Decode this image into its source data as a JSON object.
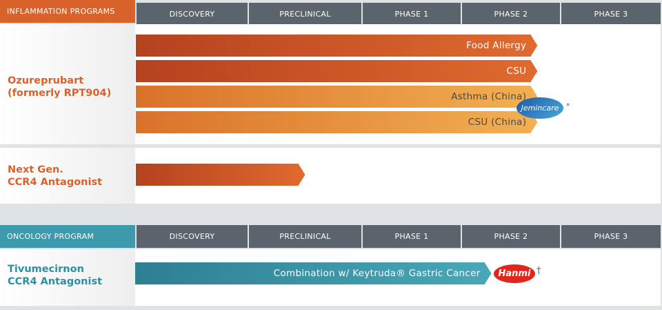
{
  "phases": [
    "DISCOVERY",
    "PRECLINICAL",
    "PHASE 1",
    "PHASE 2",
    "PHASE 3"
  ],
  "colors": {
    "orange_header": "#d9622b",
    "teal_header": "#3c9aac",
    "grey_header": "#5b646c",
    "prog_orange": "#d9622b",
    "prog_teal": "#2d8fa2"
  },
  "inflammation": {
    "header": "INFLAMMATION PROGRAMS",
    "programs": [
      {
        "name_lines": [
          "Ozureprubart",
          "(formerly RPT904)"
        ]
      },
      {
        "name_lines": [
          "Next Gen.",
          "CCR4 Antagonist"
        ]
      }
    ]
  },
  "oncology": {
    "header": "ONCOLOGY PROGRAM",
    "programs": [
      {
        "name_lines": [
          "Tivumecirnon",
          "CCR4 Antagonist"
        ]
      }
    ]
  },
  "partners": {
    "jemincare": "Jemincare",
    "jemincare_mark": "*",
    "hanmi": "Hanmi",
    "hanmi_mark": "†"
  },
  "chart_data": {
    "type": "bar",
    "orientation": "horizontal",
    "stages": [
      "DISCOVERY",
      "PRECLINICAL",
      "PHASE 1",
      "PHASE 2",
      "PHASE 3"
    ],
    "bars": [
      {
        "program": "Ozureprubart (formerly RPT904)",
        "label": "Food Allergy",
        "progress": 3.77,
        "style": "dark",
        "section": "inflammation"
      },
      {
        "program": "Ozureprubart (formerly RPT904)",
        "label": "CSU",
        "progress": 3.77,
        "style": "dark",
        "section": "inflammation"
      },
      {
        "program": "Ozureprubart (formerly RPT904)",
        "label": "Asthma (China)",
        "progress": 3.77,
        "style": "light",
        "section": "inflammation"
      },
      {
        "program": "Ozureprubart (formerly RPT904)",
        "label": "CSU (China)",
        "progress": 3.77,
        "style": "light",
        "section": "inflammation"
      },
      {
        "program": "Next Gen. CCR4 Antagonist",
        "label": "",
        "progress": 1.5,
        "style": "dark",
        "section": "inflammation"
      },
      {
        "program": "Tivumecirnon CCR4 Antagonist",
        "label": "Combination w/ Keytruda® Gastric Cancer",
        "progress": 3.3,
        "style": "teal",
        "section": "oncology"
      }
    ]
  }
}
